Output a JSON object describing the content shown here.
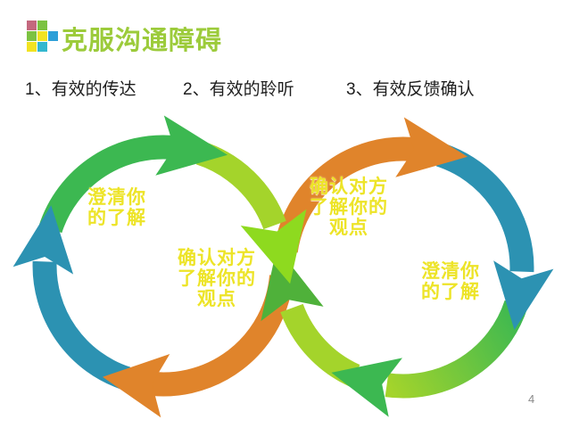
{
  "slide": {
    "title": "克服沟通障碍",
    "page_number": "4",
    "list_items": [
      "1、有效的传达",
      "2、有效的聆听",
      "3、有效反馈确认"
    ],
    "diagram": {
      "left_cycle": {
        "label_top": "澄清你\n的了解",
        "label_bottom": "确认对方\n了解你的\n观点"
      },
      "right_cycle": {
        "label_top": "确认对方\n了解你的\n观点",
        "label_bottom": "澄清你\n的了解"
      }
    }
  },
  "palette": {
    "title_green": "#9CCB3B",
    "text_dark": "#1E1E1E",
    "label_yellow": "#EDE428",
    "page_gray": "#8A8A8A",
    "arc_green": "#3CB851",
    "arc_lime": "#A4D42B",
    "arc_lime_bright": "#8EDA1F",
    "arc_lime_dark": "#4FB13A",
    "arc_teal": "#2C92B2",
    "arc_orange": "#E0842B",
    "icon_cells": [
      "#C4687E",
      "#7CC242",
      "",
      "#7CC242",
      "#F2E321",
      "#2D9FD8",
      "#F2E321",
      "#33B7CF",
      ""
    ]
  }
}
